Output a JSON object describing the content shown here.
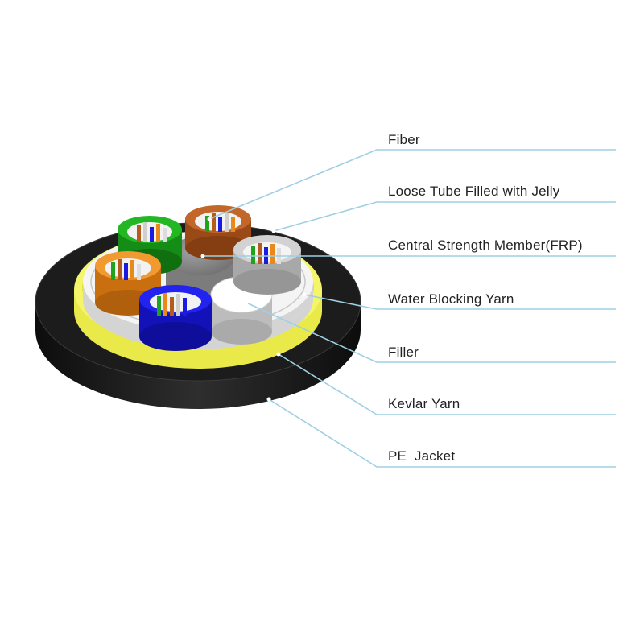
{
  "diagram": {
    "labels": [
      "Fiber",
      "Loose Tube Filled with Jelly",
      "Central Strength Member(FRP)",
      "Water Blocking Yarn",
      "Filler",
      "Kevlar Yarn",
      "PE  Jacket"
    ]
  },
  "colors": {
    "leader_line": "#9ecfe3",
    "pe_jacket": "#1c1c1c",
    "kevlar_yarn": "#f2f25a",
    "water_blocking_yarn": "#ededed",
    "central_strength_member": "#8a8a8a",
    "filler": "#ffffff",
    "tube_green": "#1fa31f",
    "tube_brown": "#b65c1e",
    "tube_orange": "#e8891c",
    "tube_blue": "#1a1ae0",
    "tube_gray": "#c9c9c9"
  }
}
